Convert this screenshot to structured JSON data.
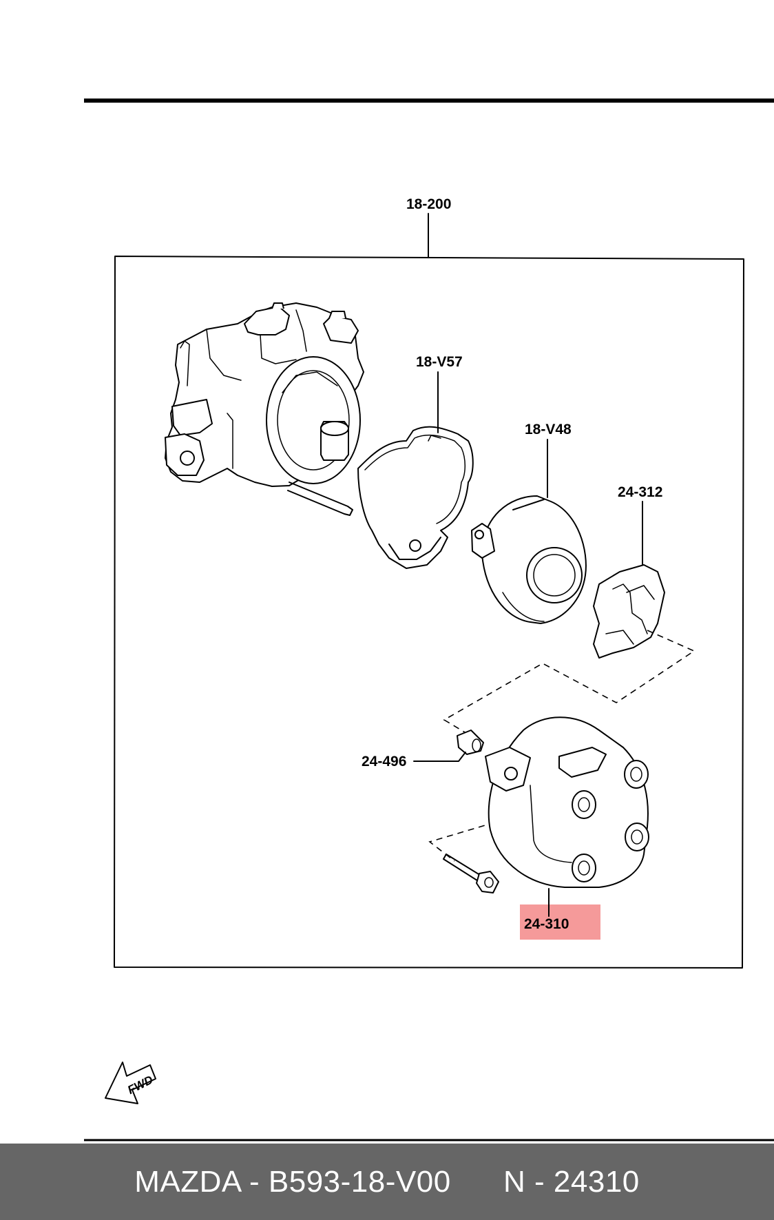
{
  "diagram": {
    "assembly_label": "18-200",
    "parts": {
      "gasket": "18-V57",
      "coil": "18-V48",
      "rotor": "24-312",
      "cap_seal": "24-496",
      "cap": "24-310"
    },
    "highlighted_part": "24-310",
    "highlight_color": "#f59a9a",
    "fwd_indicator": "FWD"
  },
  "footer": {
    "text": "MAZDA - B593-18-V00      N - 24310",
    "background": "#666666"
  }
}
